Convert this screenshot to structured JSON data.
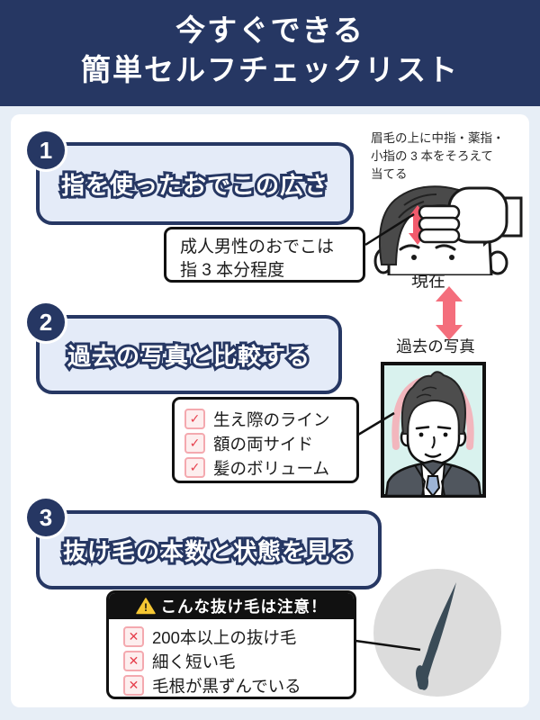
{
  "header": {
    "title_line1": "今すぐできる",
    "title_line2": "簡単セルフチェックリスト"
  },
  "sections": [
    {
      "number": "1",
      "title": "指を使ったおでこの広さ"
    },
    {
      "number": "2",
      "title": "過去の写真と比較する"
    },
    {
      "number": "3",
      "title": "抜け毛の本数と状態を見る"
    }
  ],
  "section1": {
    "caption_lines": [
      "眉毛の上に中指・薬指・",
      "小指の 3 本をそろえて",
      "当てる"
    ],
    "callout_lines": [
      "成人男性のおでこは",
      "指 3 本分程度"
    ],
    "label_now": "現在",
    "label_past": "過去の写真"
  },
  "section2": {
    "checklist": [
      "生え際のライン",
      "額の両サイド",
      "髪のボリューム"
    ]
  },
  "section3": {
    "warning_title": "こんな抜け毛は注意！",
    "warning_items": [
      "200本以上の抜け毛",
      "細く短い毛",
      "毛根が黒ずんでいる"
    ]
  },
  "icons": {
    "check": "✓",
    "cross": "✕",
    "warning_mark": "!"
  },
  "colors": {
    "navy": "#263763",
    "section_fill": "#e4ebf8",
    "page_bg": "#e7eef6",
    "accent_red": "#f2606f",
    "pink_highlight": "#f6c3c8",
    "check_red": "#e6404d",
    "check_border": "#f4a9af",
    "warning_yellow": "#f6c733",
    "photo_bg": "#d9f2ee",
    "hair_gray": "#4a4a4a",
    "strand_slate": "#3a4b57",
    "circle_gray": "#dcdcdc"
  }
}
